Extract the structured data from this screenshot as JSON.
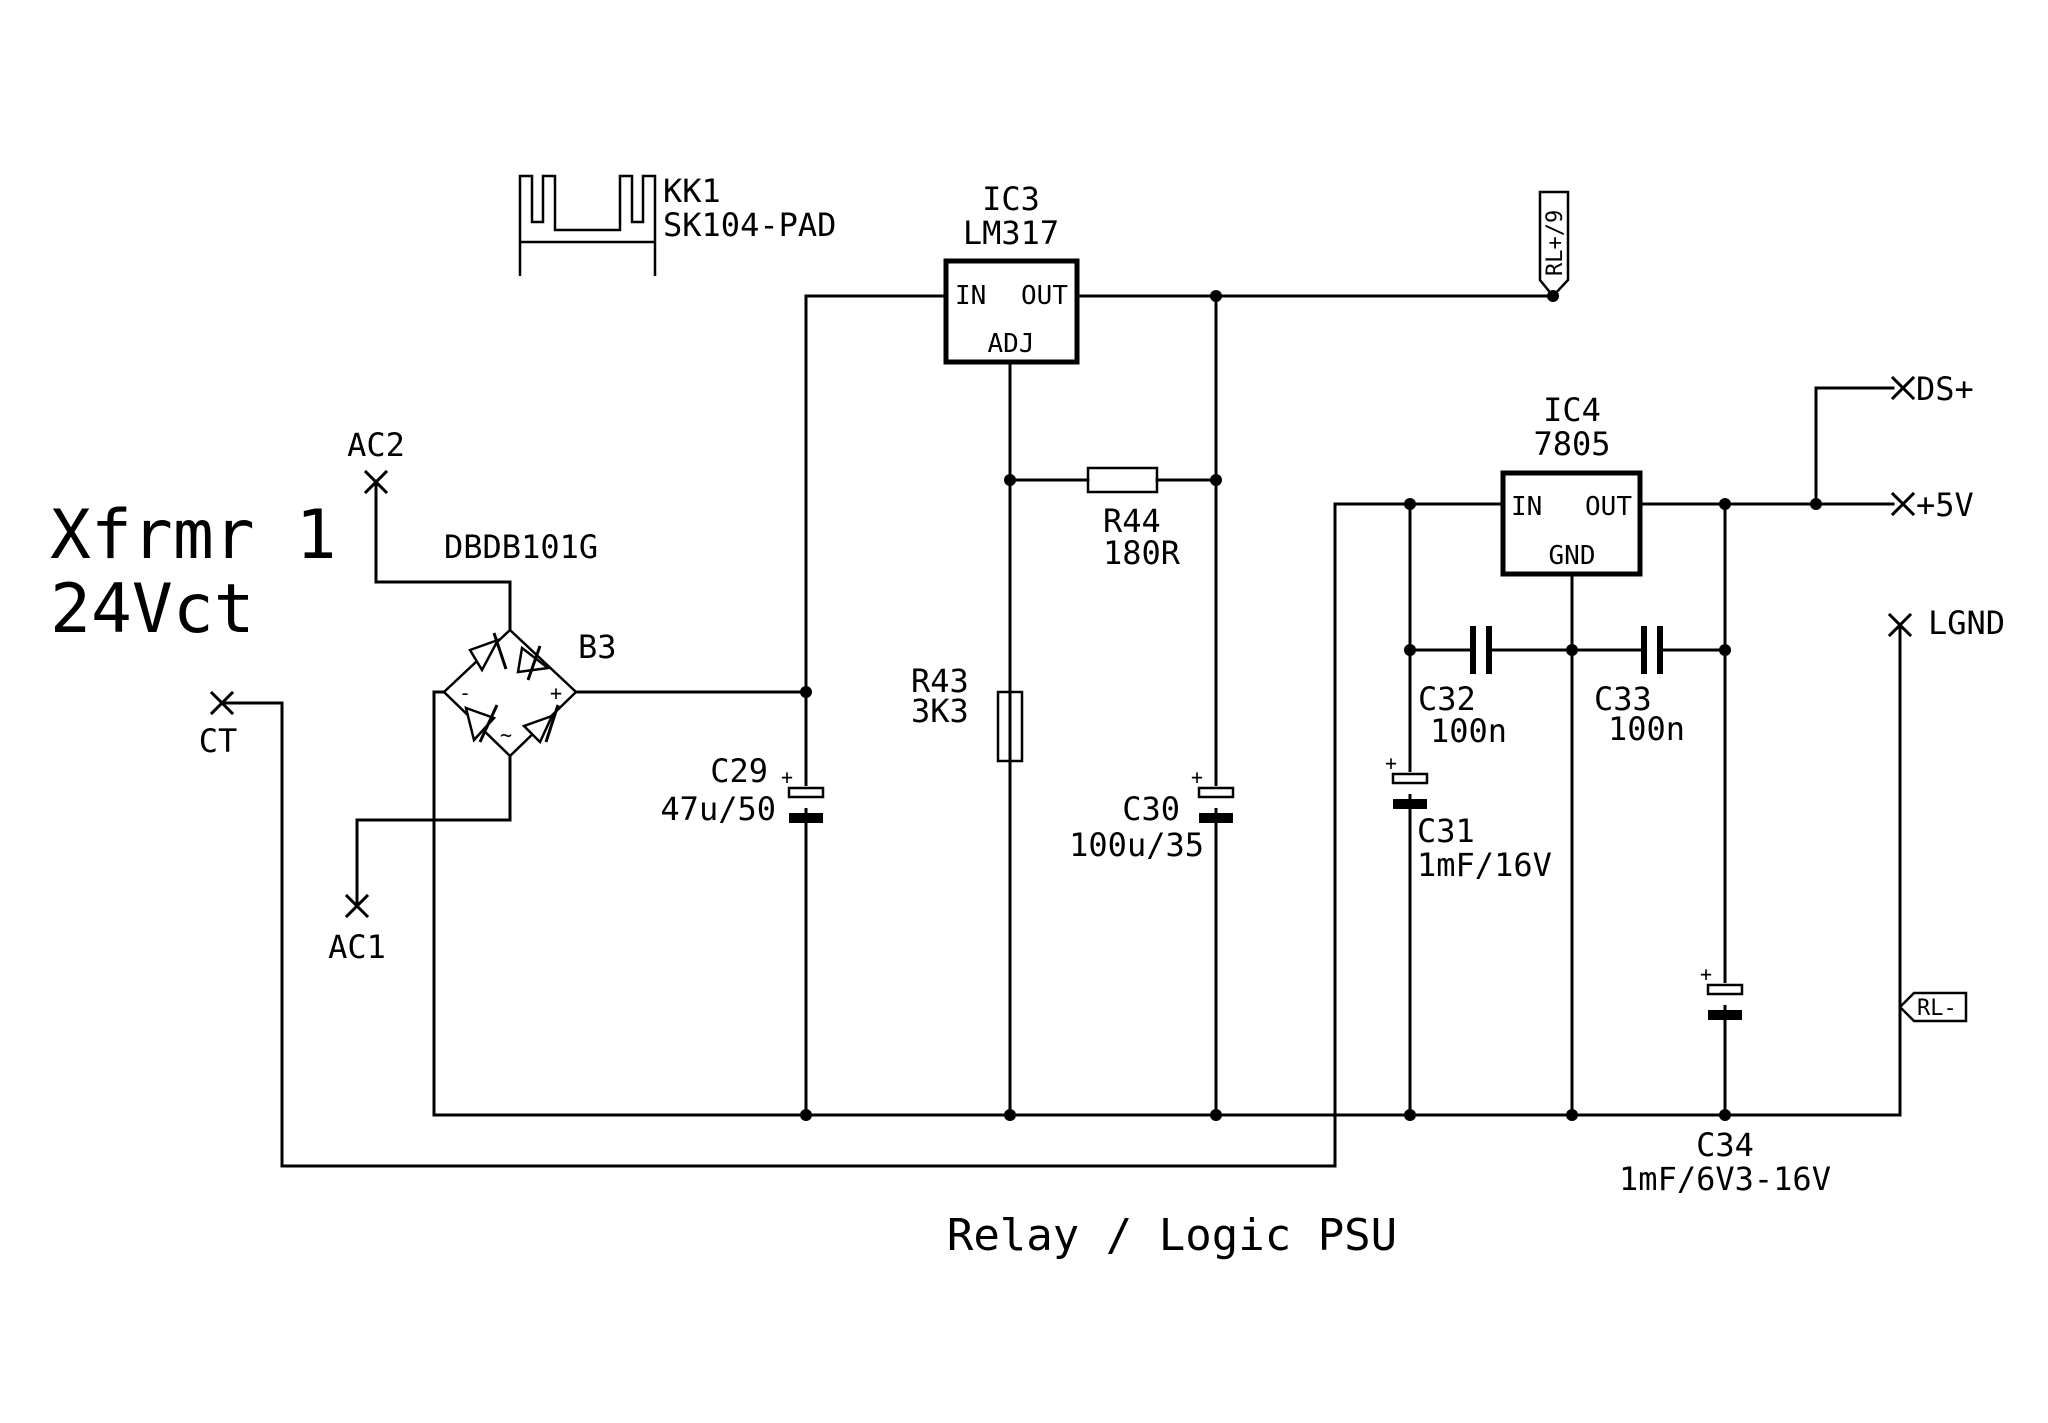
{
  "caption": "Relay / Logic PSU",
  "transformer": {
    "line1": "Xfrmr 1",
    "line2": "24Vct"
  },
  "terminals": {
    "ac2": "AC2",
    "ac1": "AC1",
    "ct": "CT",
    "ds": "DS+",
    "v5": "+5V",
    "lgnd": "LGND"
  },
  "heatsink": {
    "ref": "KK1",
    "value": "SK104-PAD"
  },
  "bridge": {
    "part": "DBDB101G",
    "ref": "B3",
    "plus": "+",
    "minus": "-",
    "ac": "~"
  },
  "ic3": {
    "ref": "IC3",
    "part": "LM317",
    "pin_in": "IN",
    "pin_out": "OUT",
    "pin_adj": "ADJ"
  },
  "ic4": {
    "ref": "IC4",
    "part": "7805",
    "pin_in": "IN",
    "pin_out": "OUT",
    "pin_gnd": "GND"
  },
  "resistors": {
    "r44": {
      "ref": "R44",
      "value": "180R"
    },
    "r43": {
      "ref": "R43",
      "value": "3K3"
    }
  },
  "capacitors": {
    "c29": {
      "ref": "C29",
      "value": "47u/50"
    },
    "c30": {
      "ref": "C30",
      "value": "100u/35"
    },
    "c31": {
      "ref": "C31",
      "value": "1mF/16V"
    },
    "c32": {
      "ref": "C32",
      "value": "100n"
    },
    "c33": {
      "ref": "C33",
      "value": "100n"
    },
    "c34": {
      "ref": "C34",
      "value": "1mF/6V3-16V"
    }
  },
  "polarity_mark": "+",
  "net_labels": {
    "rl_plus": "RL+/9",
    "rl_minus": "RL-"
  }
}
